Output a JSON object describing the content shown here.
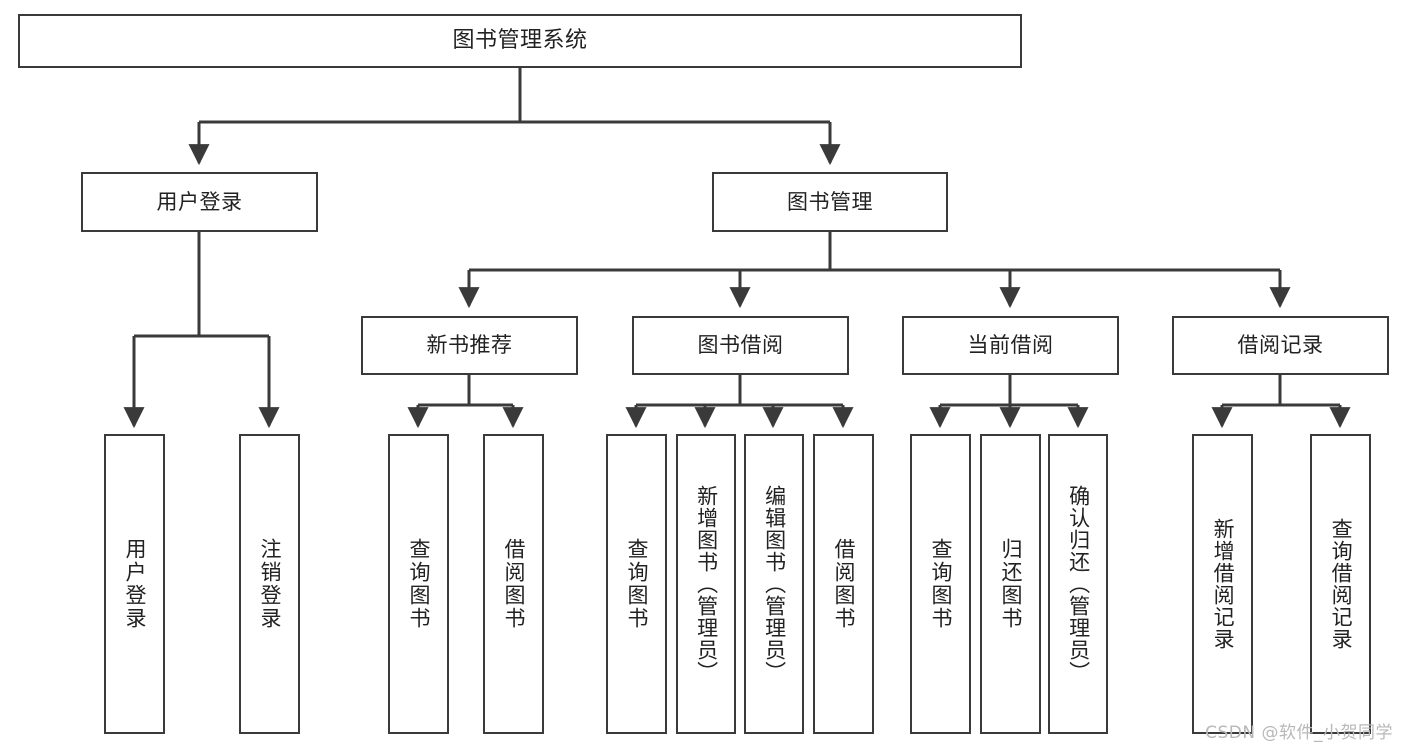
{
  "diagram": {
    "title": "图书管理系统",
    "type": "功能结构图",
    "watermark": "CSDN @软件_小贺同学",
    "colors": {
      "stroke": "#3a3a3a",
      "fill": "#ffffff",
      "text": "#222222",
      "watermark": "#b8b8b8"
    },
    "root": {
      "label": "图书管理系统"
    },
    "level2": [
      {
        "label": "用户登录"
      },
      {
        "label": "图书管理"
      }
    ],
    "level3": [
      {
        "label": "新书推荐"
      },
      {
        "label": "图书借阅"
      },
      {
        "label": "当前借阅"
      },
      {
        "label": "借阅记录"
      }
    ],
    "leaves": {
      "user_login": [
        {
          "label": "用户登录"
        },
        {
          "label": "注销登录"
        }
      ],
      "new_book_recommend": [
        {
          "label": "查询图书"
        },
        {
          "label": "借阅图书"
        }
      ],
      "book_borrow": [
        {
          "label": "查询图书"
        },
        {
          "label": "新增图书（管理员）"
        },
        {
          "label": "编辑图书（管理员）"
        },
        {
          "label": "借阅图书"
        }
      ],
      "current_borrow": [
        {
          "label": "查询图书"
        },
        {
          "label": "归还图书"
        },
        {
          "label": "确认归还（管理员）"
        }
      ],
      "borrow_record": [
        {
          "label": "新增借阅记录"
        },
        {
          "label": "查询借阅记录"
        }
      ]
    }
  }
}
